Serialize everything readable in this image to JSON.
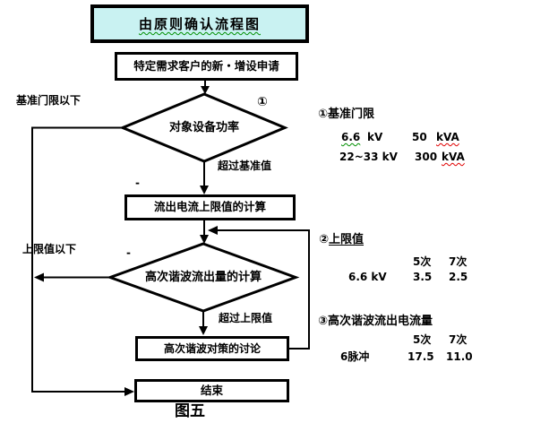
{
  "title": "由原则确认流程图",
  "caption": "图五",
  "flow": {
    "start": "特定需求客户的新・增设申请",
    "decision1": "对象设备功率",
    "decision1_ref": "①",
    "branch_decision1_no": "基准门限以下",
    "branch_decision1_yes": "超过基准值",
    "process1": "流出电流上限值的计算",
    "decision2": "高次谐波流出量的计算",
    "branch_decision2_no": "上限值以下",
    "branch_decision2_yes": "超过上限值",
    "process2": "高次谐波对策的讨论",
    "end": "结束",
    "dash": "-"
  },
  "panel": {
    "section1": {
      "heading": "①基准门限",
      "row1": {
        "c1": "6.6",
        "c2": "kV",
        "c3": "50",
        "c4": "kVA"
      },
      "row2": {
        "c1": "22~33 kV",
        "c2": "300",
        "c3": "kVA"
      }
    },
    "section2": {
      "heading_prefix": "②",
      "heading": "上限值",
      "col1": "5次",
      "col2": "7次",
      "row": {
        "label": "6.6 kV",
        "v1": "3.5",
        "v2": "2.5"
      }
    },
    "section3": {
      "heading": "③高次谐波流出电流量",
      "col1": "5次",
      "col2": "7次",
      "row": {
        "label": "6脉冲",
        "v1": "17.5",
        "v2": "11.0"
      }
    }
  },
  "colors": {
    "title_bg": "#c9f2f2",
    "squiggle_green": "#008f00",
    "squiggle_red": "#e00000",
    "line": "#000000"
  }
}
